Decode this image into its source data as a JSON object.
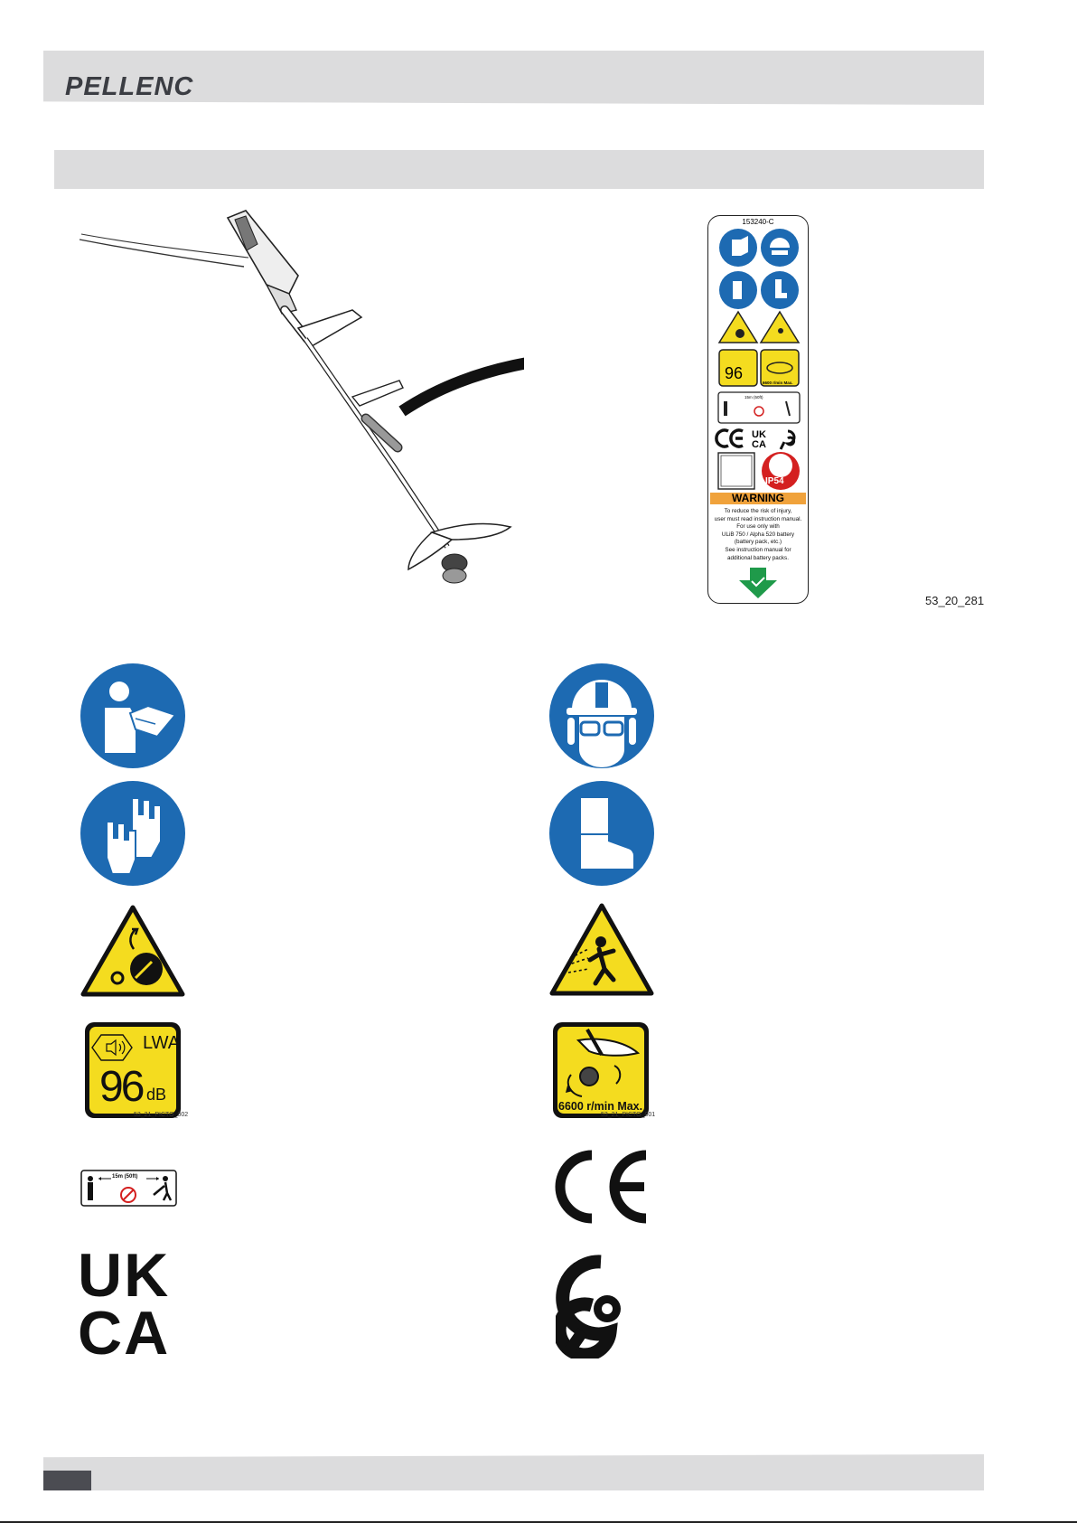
{
  "header": {
    "brand": "PELLENC"
  },
  "figure": {
    "label_code": "153240-C",
    "figure_ref": "53_20_281",
    "mini_sound": "96",
    "mini_speed": "6600 r/min Max.",
    "mini_distance": "15m (50ft)",
    "mini_ip": "IP54",
    "warning_title": "WARNING",
    "warning_lines": [
      "To reduce the risk of injury,",
      "user must read instruction manual.",
      "For use only with",
      "ULiB 750 / Alpha 520 battery",
      "(battery pack, etc.)",
      "See instruction manual for",
      "additional battery packs."
    ]
  },
  "pictograms": {
    "sound_level_value": "96",
    "sound_level_unit": "dB",
    "sound_lwa": "LWA",
    "sound_code": "53_21_PICTO_002",
    "speed_text": "6600 r/min Max.",
    "speed_code": "53_21_PICTO_001",
    "distance_text": "15m (50ft)",
    "ukca_top": "UK",
    "ukca_bottom": "CA"
  },
  "colors": {
    "mandatory_blue": "#1d6ab2",
    "warning_yellow": "#f4dc1f",
    "warning_orange": "#f0a23b",
    "header_gray": "#dcdcdd"
  }
}
